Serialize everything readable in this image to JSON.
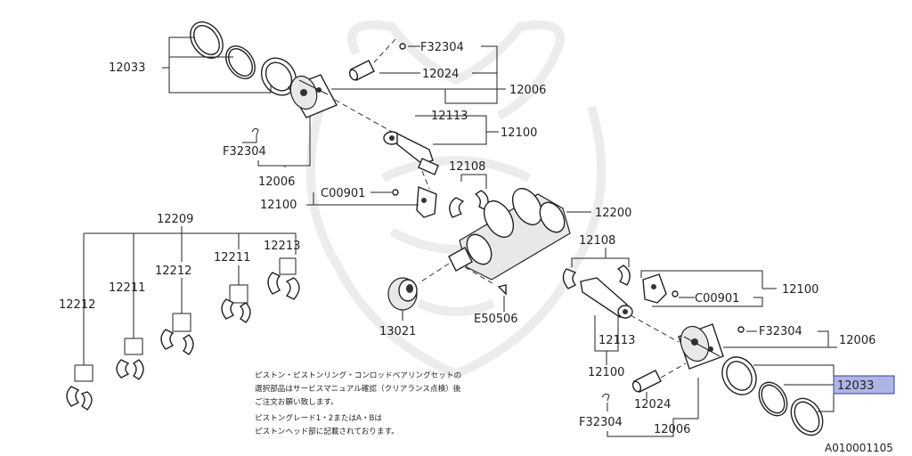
{
  "labels": {
    "upper_ring_set": "12033",
    "upper_circlip": "F32304",
    "upper_pin": "12024",
    "upper_piston": "12006",
    "upper_circlip_left": "F32304",
    "upper_piston_bottom": "12006",
    "upper_rod_bolt": "12113",
    "upper_conrod": "12100",
    "upper_bearing": "12108",
    "upper_nut": "C00901",
    "upper_rod_assy": "12100",
    "crankshaft": "12200",
    "main_bearing_set": "12209",
    "main_12212_a": "12212",
    "main_12211_a": "12211",
    "main_12212_b": "12212",
    "main_12211_b": "12211",
    "main_12213": "12213",
    "pulley": "13021",
    "key": "E50506",
    "lower_bearing": "12108",
    "lower_nut": "C00901",
    "lower_rod_assy": "12100",
    "lower_circlip": "F32304",
    "lower_piston": "12006",
    "lower_rod_bolt": "12113",
    "lower_conrod": "12100",
    "lower_pin": "12024",
    "lower_circlip_bottom": "F32304",
    "lower_piston_bottom": "12006",
    "lower_ring_set_highlighted": "12033"
  },
  "note": {
    "line1": "ピストン・ピストンリング・コンロッドベアリングセットの",
    "line2": "選択部品はサービスマニュアル確認（クリアランス点検）後",
    "line3": "ご注文お願い致します。",
    "line4": "ピストングレード1・2またはA・Bは",
    "line5": "ピストンヘッド部に記載されております。"
  },
  "figure_ref": "A010001105",
  "highlight_color": "#aeb4e6"
}
